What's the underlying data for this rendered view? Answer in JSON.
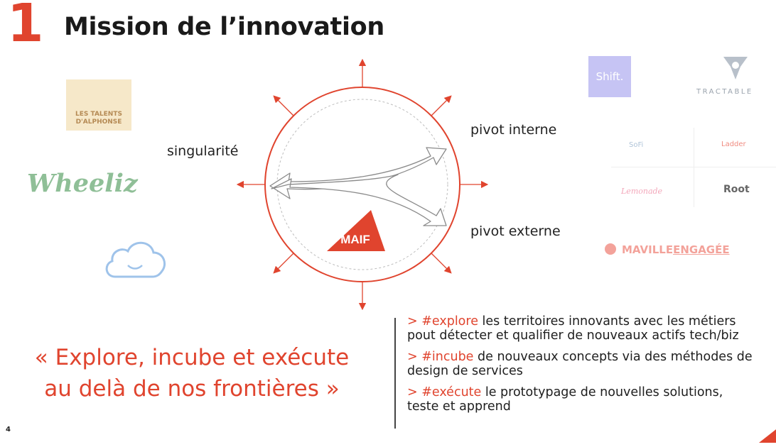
{
  "slide": {
    "section_number": "1",
    "title": "Mission de l’innovation",
    "page_number": "4"
  },
  "diagram": {
    "labels": {
      "singularite": "singularité",
      "pivot_interne": "pivot interne",
      "pivot_externe": "pivot externe"
    },
    "center_logo": "MAIF",
    "colors": {
      "accent": "#e0442e",
      "arrow_stroke": "#8a8a8a"
    }
  },
  "quote": {
    "line1": "« Explore, incube et exécute",
    "line2": "au delà de nos frontières »"
  },
  "bullets": [
    {
      "prefix": "> ",
      "keyword": "#explore",
      "text": " les territoires innovants avec les métiers pout détecter et qualifier de nouveaux actifs tech/biz"
    },
    {
      "prefix": "> ",
      "keyword": "#incube",
      "text": " de nouveaux concepts via des méthodes de design de services"
    },
    {
      "prefix": "> ",
      "keyword": "#exécute",
      "text": " le prototypage de nouvelles solutions, teste et apprend"
    }
  ],
  "logos": {
    "talents": "LES TALENTS D'ALPHONSE",
    "wheeliz": "Wheeliz",
    "shift": "Shift.",
    "tractable": "TRACTABLE",
    "sofi": "SoFi",
    "ladder": "Ladder",
    "lemonade": "Lemonade",
    "root": "Root",
    "maville": "MAVILLE",
    "maville_accent": "ENGAGÉE"
  }
}
